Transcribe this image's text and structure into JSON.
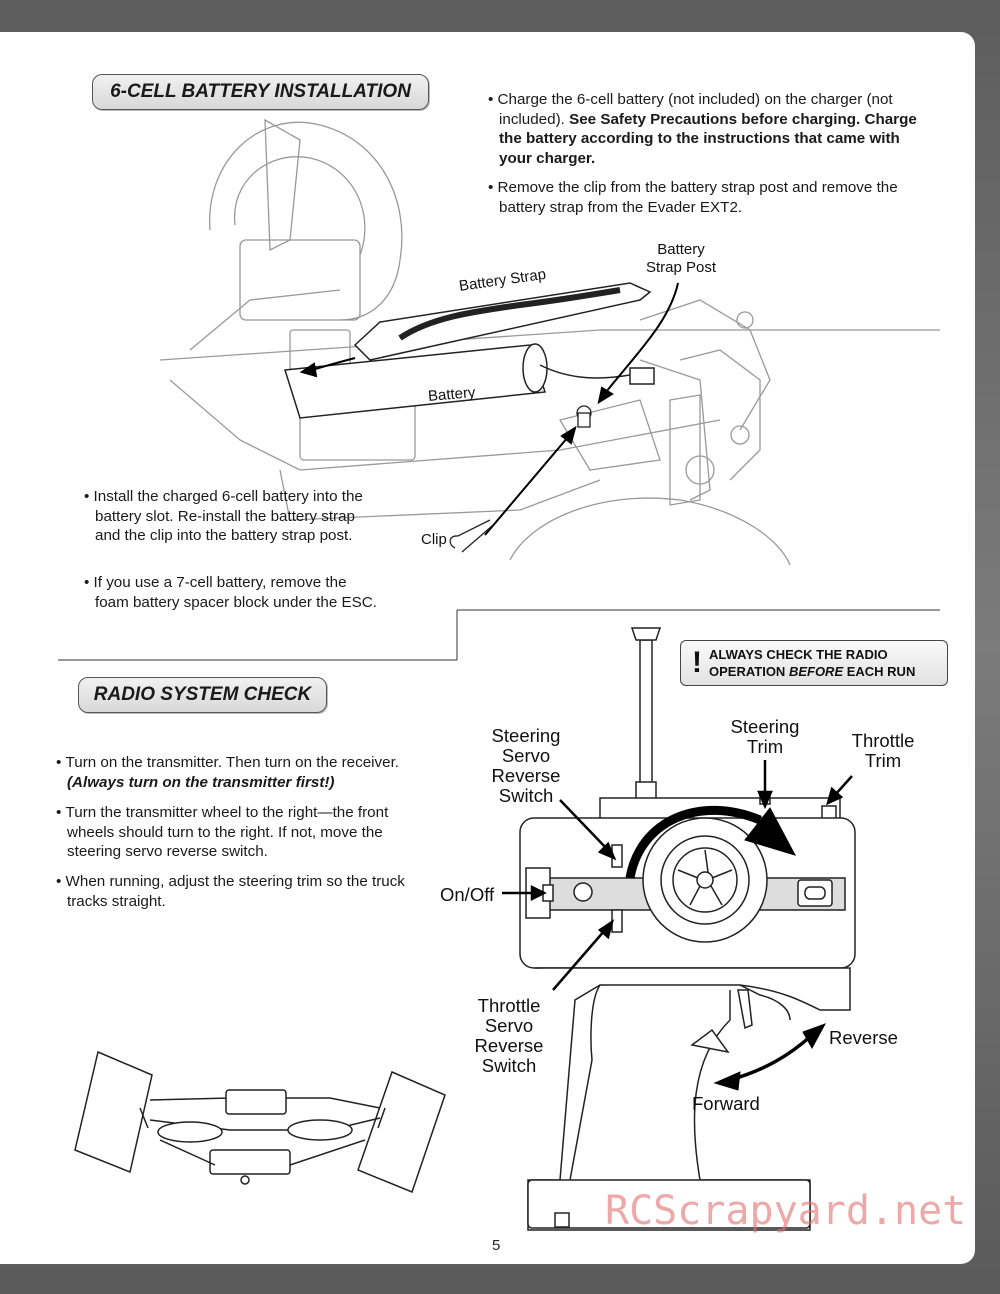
{
  "section1": {
    "title": "6-CELL BATTERY INSTALLATION",
    "bullet1_part1": "Charge the 6-cell battery (not included) on the charger (not included). ",
    "bullet1_bold": "See Safety Precautions before charging. Charge the battery according to the instructions that came with your charger.",
    "bullet2": "Remove the clip from the battery strap post and remove the battery strap from the Evader EXT2.",
    "bullet3": "Install the charged 6-cell battery into the battery slot. Re-install the battery strap and the clip into the battery strap post.",
    "bullet4": "If you use a 7-cell battery, remove the foam battery spacer block under the ESC.",
    "labels": {
      "battery_strap": "Battery Strap",
      "strap_post_1": "Battery",
      "strap_post_2": "Strap Post",
      "battery": "Battery",
      "clip": "Clip"
    }
  },
  "section2": {
    "title": "RADIO SYSTEM CHECK",
    "warning_line1": "ALWAYS CHECK THE RADIO",
    "warning_line2_a": "OPERATION ",
    "warning_line2_b": "BEFORE",
    "warning_line2_c": " EACH RUN",
    "bullet1": "Turn on the transmitter. Then turn on the receiver.",
    "bullet1_bold": "(Always turn on the transmitter first!)",
    "bullet2": "Turn the transmitter wheel to the right—the front wheels should turn to the right. If not, move the steering servo reverse switch.",
    "bullet3": "When running, adjust the steering trim so the truck tracks straight.",
    "labels": {
      "steering_servo_reverse_1": "Steering",
      "steering_servo_reverse_2": "Servo",
      "steering_servo_reverse_3": "Reverse",
      "steering_servo_reverse_4": "Switch",
      "steering_trim_1": "Steering",
      "steering_trim_2": "Trim",
      "throttle_trim_1": "Throttle",
      "throttle_trim_2": "Trim",
      "on_off": "On/Off",
      "throttle_servo_reverse_1": "Throttle",
      "throttle_servo_reverse_2": "Servo",
      "throttle_servo_reverse_3": "Reverse",
      "throttle_servo_reverse_4": "Switch",
      "reverse": "Reverse",
      "forward": "Forward"
    }
  },
  "page_number": "5",
  "watermark": "RCScrapyard.net"
}
